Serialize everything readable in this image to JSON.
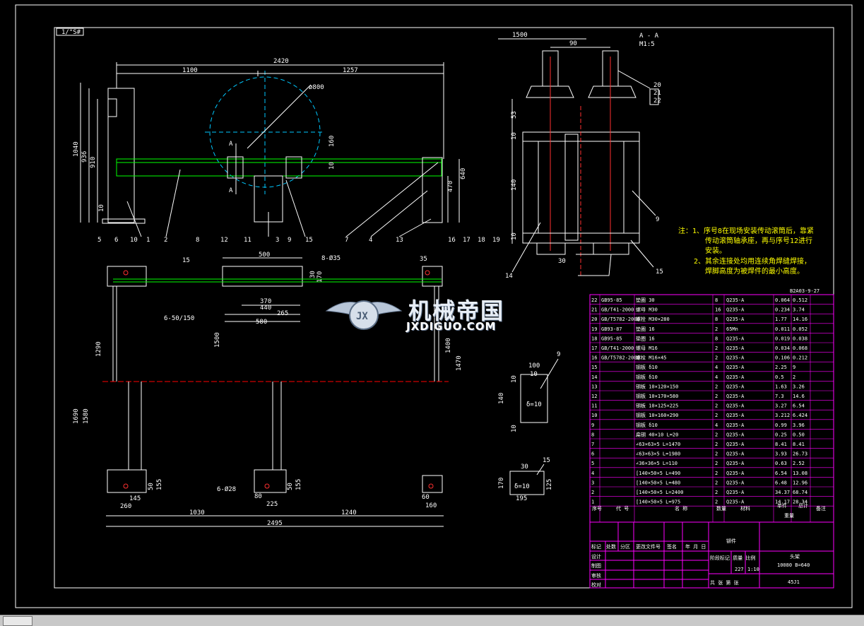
{
  "sheet_tag": "1/\"S#",
  "section": {
    "label": "A - A",
    "scale": "M1:5"
  },
  "dims_front": [
    "2420",
    "1100",
    "1257",
    "ø800",
    "160",
    "10",
    "640",
    "470",
    "1040",
    "936",
    "910",
    "10"
  ],
  "part_numbers_front": [
    "5",
    "6",
    "10",
    "1",
    "2",
    "8",
    "12",
    "3",
    "11",
    "9",
    "15",
    "7",
    "4",
    "13",
    "16",
    "17",
    "18",
    "19"
  ],
  "dims_plan": [
    "500",
    "8-Ø35",
    "370",
    "440",
    "265",
    "580",
    "35",
    "30",
    "170",
    "1500",
    "1400",
    "1470",
    "1290",
    "1690",
    "1580",
    "6-50/150",
    "15",
    "6-Ø28",
    "260",
    "145",
    "225",
    "80",
    "60",
    "160",
    "1030",
    "1240",
    "2495",
    "50",
    "155",
    "50",
    "155"
  ],
  "dims_section": [
    "1500",
    "90",
    "53",
    "10",
    "140",
    "10",
    "30"
  ],
  "part_numbers_section": [
    "20",
    "21",
    "22",
    "9",
    "14",
    "15"
  ],
  "detail9": {
    "tag": "9",
    "dims": [
      "100",
      "10",
      "140",
      "10",
      "10"
    ],
    "thk": "δ=10"
  },
  "detail15": {
    "tag": "15",
    "dims": [
      "30",
      "170",
      "125",
      "195"
    ],
    "thk": "δ=10"
  },
  "notes": [
    "注：1、序号8在现场安装传动滚筒后，靠紧",
    "传动滚筒轴承座，再与序号12进行",
    "安装。",
    "2、其余连接处均用连续角焊缝焊接，",
    "焊脚高度为被焊件的最小高度。"
  ],
  "drawing_no": "B2A03-9-27",
  "bom": [
    [
      "22",
      "GB95-85",
      "垫圈 30",
      "8",
      "Q235-A",
      "0.064",
      "0.512"
    ],
    [
      "21",
      "GB/T41-2000",
      "螺母 M30",
      "16",
      "Q235-A",
      "0.234",
      "3.74"
    ],
    [
      "20",
      "GB/T5782-2000",
      "螺栓 M30×280",
      "8",
      "Q235-A",
      "1.77",
      "14.16"
    ],
    [
      "19",
      "GB93-87",
      "垫圈 16",
      "2",
      "65Mn",
      "0.011",
      "0.052"
    ],
    [
      "18",
      "GB95-85",
      "垫圈 16",
      "8",
      "Q235-A",
      "0.019",
      "0.038"
    ],
    [
      "17",
      "GB/T41-2000",
      "螺母 M16",
      "2",
      "Q235-A",
      "0.034",
      "0.068"
    ],
    [
      "16",
      "GB/T5782-2000",
      "螺栓 M16×45",
      "2",
      "Q235-A",
      "0.106",
      "0.212"
    ],
    [
      "15",
      "",
      "钢板 δ10",
      "4",
      "Q235-A",
      "2.25",
      "9"
    ],
    [
      "14",
      "",
      "钢板 δ10",
      "4",
      "Q235-A",
      "0.5",
      "2"
    ],
    [
      "13",
      "",
      "钢板 10×120×150",
      "2",
      "Q235-A",
      "1.63",
      "3.26"
    ],
    [
      "12",
      "",
      "钢板 10×170×580",
      "2",
      "Q235-A",
      "7.3",
      "14.6"
    ],
    [
      "11",
      "",
      "钢板 10×125×225",
      "2",
      "Q235-A",
      "3.27",
      "6.54"
    ],
    [
      "10",
      "",
      "钢板 10×160×290",
      "2",
      "Q235-A",
      "3.212",
      "6.424"
    ],
    [
      "9",
      "",
      "钢板 δ10",
      "4",
      "Q235-A",
      "0.99",
      "3.96"
    ],
    [
      "8",
      "",
      "扁钢 40×10 L=20",
      "2",
      "Q235-A",
      "0.25",
      "0.50"
    ],
    [
      "7",
      "",
      "∠63×63×5 L=1470",
      "2",
      "Q235-A",
      "8.41",
      "8.41"
    ],
    [
      "6",
      "",
      "∠63×63×5 L=1980",
      "2",
      "Q235-A",
      "3.93",
      "26.73"
    ],
    [
      "5",
      "",
      "∠36×36×5 L=110",
      "2",
      "Q235-A",
      "0.63",
      "2.52"
    ],
    [
      "4",
      "",
      "[140×50×5 L=490",
      "2",
      "Q235-A",
      "6.54",
      "13.08"
    ],
    [
      "3",
      "",
      "[140×50×5 L=480",
      "2",
      "Q235-A",
      "6.48",
      "12.96"
    ],
    [
      "2",
      "",
      "[140×50×5 L=2400",
      "2",
      "Q235-A",
      "34.37",
      "68.74"
    ],
    [
      "1",
      "",
      "[140×50×5 L=975",
      "2",
      "Q235-A",
      "14.17",
      "28.34"
    ]
  ],
  "bom_header": {
    "no": "序号",
    "code": "代 号",
    "name": "名 称",
    "qty": "数量",
    "mat": "材料",
    "unit": "单件",
    "total": "总计",
    "mass": "重量",
    "remark": "备注"
  },
  "title_block": {
    "rev_labels": [
      "标记",
      "处数",
      "分区",
      "更改文件号",
      "签名",
      "年 月 日"
    ],
    "left_rows": [
      "设计",
      "制图",
      "审核",
      "校对"
    ],
    "weldment": "铆件",
    "stage_labels": "阶段标记 质量 比例",
    "mass": "227",
    "scale": "1:10",
    "sheets": "共  张  第  张",
    "part_name": "头架",
    "part_spec": "10080 B=640",
    "code": "45J1"
  },
  "watermark": {
    "cn": "机械帝国",
    "en": "JXDIGUO.COM"
  }
}
